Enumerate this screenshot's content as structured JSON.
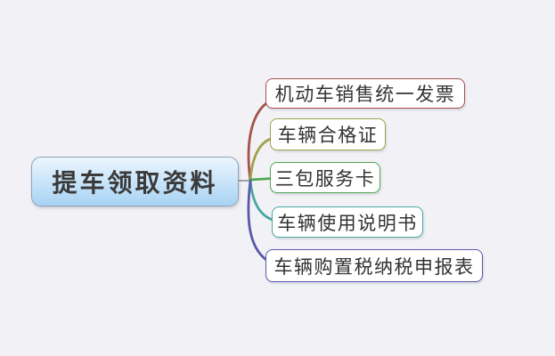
{
  "diagram": {
    "type": "mindmap",
    "background_color": "#f2f2f6",
    "root": {
      "label": "提车领取资料",
      "fill_top": "#ecf6fe",
      "fill_bottom": "#a7d3f4",
      "border_color": "#8da3b8",
      "text_color": "#3a3a3a"
    },
    "connector_stub_color": "#8a8a8a",
    "branches": [
      {
        "label": "机动车销售统一发票",
        "color": "#a5514e"
      },
      {
        "label": "车辆合格证",
        "color": "#a0a24b"
      },
      {
        "label": "三包服务卡",
        "color": "#4fa852"
      },
      {
        "label": "车辆使用说明书",
        "color": "#48a7a2"
      },
      {
        "label": "车辆购置税纳税申报表",
        "color": "#5a57ae"
      }
    ]
  }
}
